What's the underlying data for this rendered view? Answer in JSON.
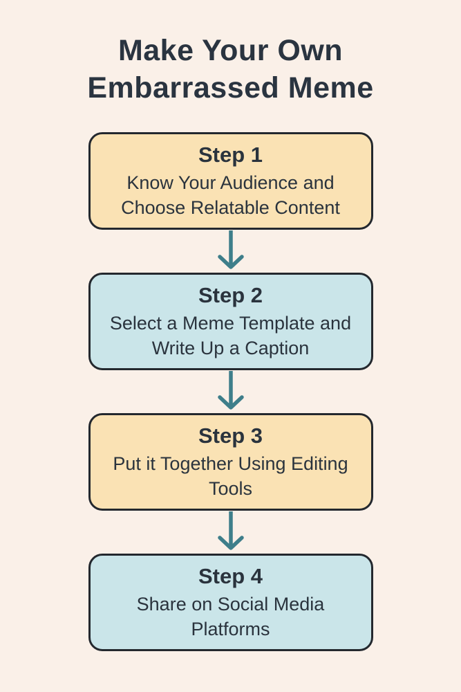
{
  "title": {
    "line1": "Make Your Own",
    "line2": "Embarrassed Meme"
  },
  "steps": [
    {
      "label": "Step 1",
      "text": "Know Your Audience and Choose Relatable Content",
      "variant": "peach"
    },
    {
      "label": "Step 2",
      "text": "Select a Meme Template and Write Up a Caption",
      "variant": "blue"
    },
    {
      "label": "Step 3",
      "text": "Put it Together Using Editing Tools",
      "variant": "peach"
    },
    {
      "label": "Step 4",
      "text": "Share on Social Media Platforms",
      "variant": "blue"
    }
  ],
  "icons": {
    "connector": "down-arrow-icon"
  },
  "colors": {
    "bg": "#FAF0E8",
    "peach": "#FAE2B4",
    "blue": "#CAE5E9",
    "border": "#23282E",
    "text": "#2A333D",
    "title": "#2A3440",
    "arrow": "#3E7E8A"
  }
}
